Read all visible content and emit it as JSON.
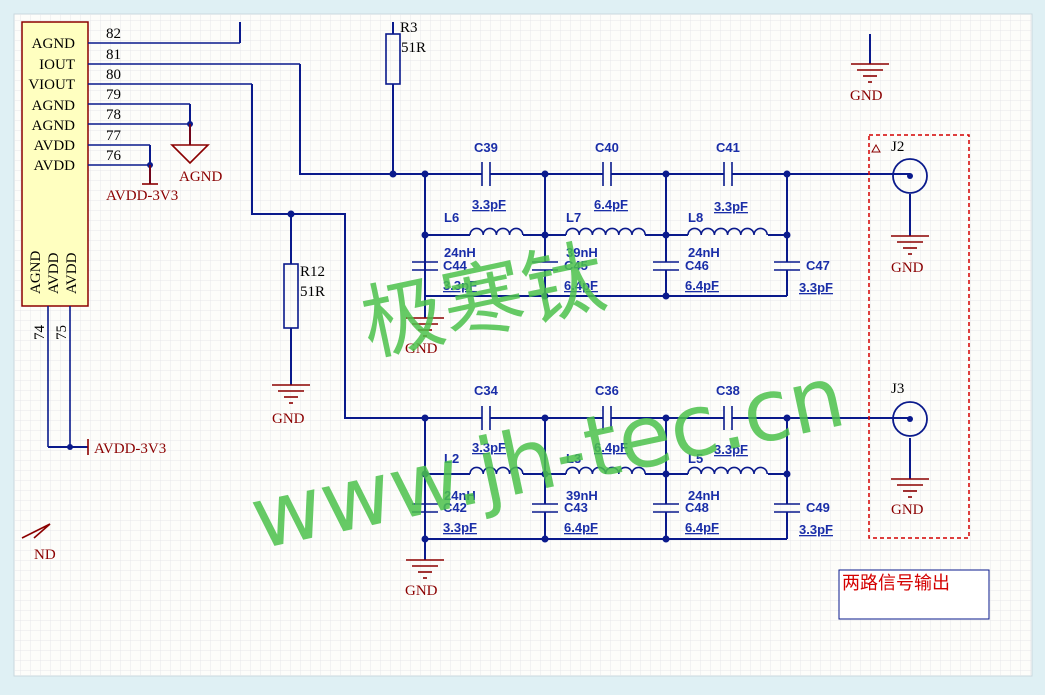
{
  "ic": {
    "pins": [
      {
        "num": "82",
        "name": "AGND"
      },
      {
        "num": "81",
        "name": "IOUT"
      },
      {
        "num": "80",
        "name": "VIOUT"
      },
      {
        "num": "79",
        "name": "AGND"
      },
      {
        "num": "78",
        "name": "AGND"
      },
      {
        "num": "77",
        "name": "AVDD"
      },
      {
        "num": "76",
        "name": "AVDD"
      }
    ],
    "bottom_labels": [
      "AGND",
      "AVDD",
      "AVDD"
    ],
    "bottom_pins": [
      "74",
      "75"
    ]
  },
  "power": {
    "agnd": "AGND",
    "avdd": "AVDD-3V3",
    "gnd": "GND",
    "partial_gnd": "ND"
  },
  "resistors": [
    {
      "ref": "R12",
      "value": "51R"
    },
    {
      "ref": "R3",
      "value": "51R"
    }
  ],
  "top_filter": {
    "caps_series": [
      {
        "ref": "C39",
        "value": "3.3pF"
      },
      {
        "ref": "C40",
        "value": "6.4pF"
      },
      {
        "ref": "C41",
        "value": "3.3pF"
      }
    ],
    "inductors": [
      {
        "ref": "L6",
        "value": "24nH"
      },
      {
        "ref": "L7",
        "value": "39nH"
      },
      {
        "ref": "L8",
        "value": "24nH"
      }
    ],
    "caps_shunt": [
      {
        "ref": "C44",
        "value": "3.3pF"
      },
      {
        "ref": "C45",
        "value": "6.4pF"
      },
      {
        "ref": "C46",
        "value": "6.4pF"
      },
      {
        "ref": "C47",
        "value": "3.3pF"
      }
    ]
  },
  "bottom_filter": {
    "caps_series": [
      {
        "ref": "C34",
        "value": "3.3pF"
      },
      {
        "ref": "C36",
        "value": "6.4pF"
      },
      {
        "ref": "C38",
        "value": "3.3pF"
      }
    ],
    "inductors": [
      {
        "ref": "L2",
        "value": "24nH"
      },
      {
        "ref": "L3",
        "value": "39nH"
      },
      {
        "ref": "L5",
        "value": "24nH"
      }
    ],
    "caps_shunt": [
      {
        "ref": "C42",
        "value": "3.3pF"
      },
      {
        "ref": "C43",
        "value": "6.4pF"
      },
      {
        "ref": "C48",
        "value": "6.4pF"
      },
      {
        "ref": "C49",
        "value": "3.3pF"
      }
    ]
  },
  "connectors": [
    {
      "ref": "J2"
    },
    {
      "ref": "J3"
    }
  ],
  "note": "两路信号输出",
  "watermark": {
    "line1": "极寒钛",
    "line2": "www.jh-tec.cn"
  },
  "colors": {
    "wire": "#0a1a8c",
    "label": "#1a2ea8",
    "power": "#8b0000",
    "note": "#d40000",
    "watermark": "#4cc24c",
    "ic_fill": "#ffffc0",
    "highlight": "#d40000"
  }
}
